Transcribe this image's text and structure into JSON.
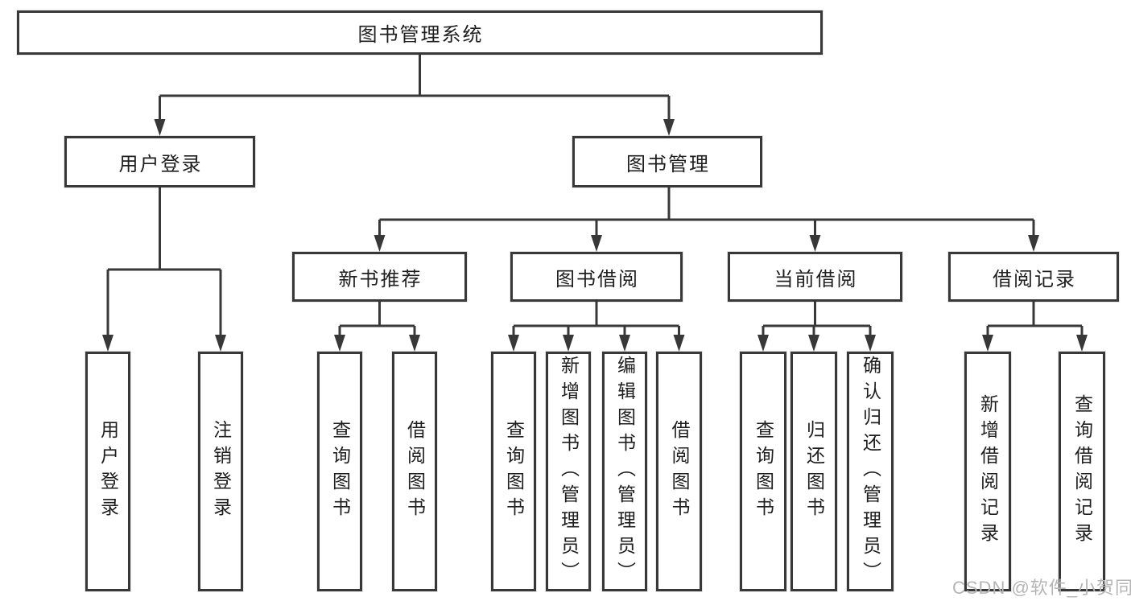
{
  "diagram_title": "图书管理系统",
  "watermark": "CSDN @软件_小贺同学",
  "colors": {
    "line": "#383838",
    "text": "#1e1e1e",
    "watermark": "#b5b5b5",
    "background": "#ffffff"
  },
  "nodes": {
    "root": {
      "label": "图书管理系统"
    },
    "user_login": {
      "label": "用户登录"
    },
    "book_mgmt": {
      "label": "图书管理"
    },
    "new_book_rec": {
      "label": "新书推荐"
    },
    "book_borrow": {
      "label": "图书借阅"
    },
    "current_borrow": {
      "label": "当前借阅"
    },
    "borrow_record": {
      "label": "借阅记录"
    },
    "leaf_user_login": {
      "label": "用户登录"
    },
    "leaf_logout": {
      "label": "注销登录"
    },
    "leaf_query_book_rec": {
      "label": "查询图书"
    },
    "leaf_borrow_book_rec": {
      "label": "借阅图书"
    },
    "leaf_query_book_borrow": {
      "label": "查询图书"
    },
    "leaf_add_book_admin": {
      "label": "新增图书（管理员）"
    },
    "leaf_edit_book_admin": {
      "label": "编辑图书（管理员）"
    },
    "leaf_borrow_book_borrow": {
      "label": "借阅图书"
    },
    "leaf_query_book_current": {
      "label": "查询图书"
    },
    "leaf_return_book": {
      "label": "归还图书"
    },
    "leaf_confirm_return_admin": {
      "label": "确认归还（管理员）"
    },
    "leaf_add_borrow_record": {
      "label": "新增借阅记录"
    },
    "leaf_query_borrow_record": {
      "label": "查询借阅记录"
    }
  },
  "structure_note": "tree"
}
